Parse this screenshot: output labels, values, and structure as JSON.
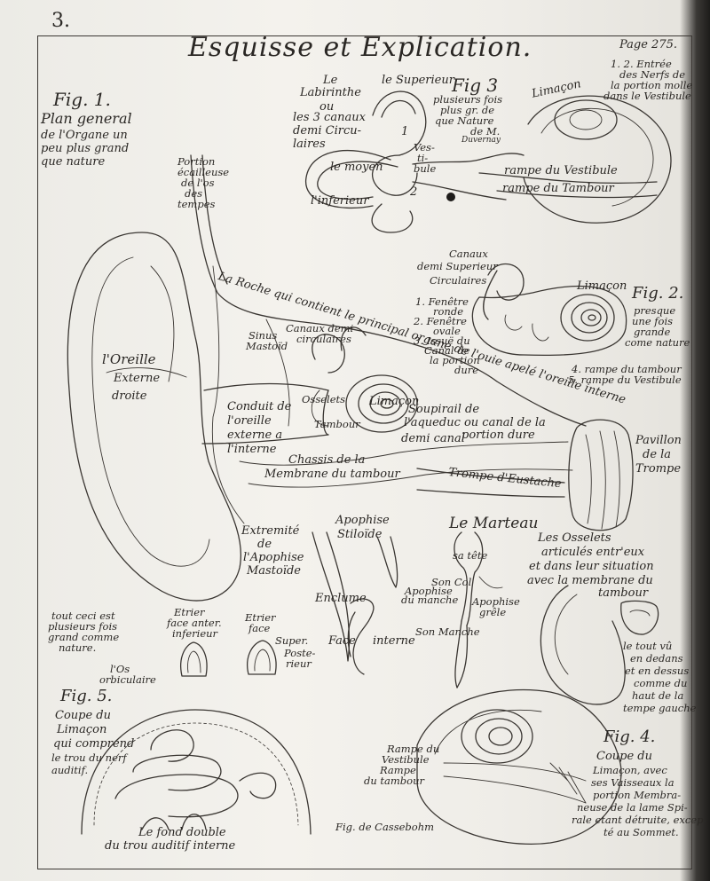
{
  "plate": {
    "number": "3.",
    "title": "Esquisse et Explication.",
    "page": "Page 275."
  },
  "fig1": {
    "title": "Fig. 1.",
    "caption": [
      "Plan general",
      "de l'Organe un",
      "peu plus grand",
      "que nature"
    ],
    "labels": {
      "portion": [
        "Portion",
        "écailleuse",
        "de l'os",
        "des",
        "tempes"
      ],
      "roche": "La Roche qui contient le principal organe de l'ouie apelé l'oreille interne",
      "oreille": [
        "l'Oreille",
        "Externe",
        "droite"
      ],
      "sinus": [
        "Sinus",
        "Mastoïd"
      ],
      "canaux": [
        "Canaux demi",
        "circulaires"
      ],
      "conduit": [
        "Conduit de",
        "l'oreille",
        "externe a",
        "l'interne"
      ],
      "osselets": "Osselets",
      "tambour": "Tambour",
      "limacon": "Limaçon",
      "soupirail": [
        "Soupirail de",
        "l'aqueduc ou canal de la",
        "portion dure"
      ],
      "demi_canal": "demi canal",
      "chassis": [
        "Chassis de la",
        "Membrane du tambour"
      ],
      "trompe": "Trompe d'Eustache",
      "pavillon": [
        "Pavillon",
        "de la",
        "Trompe"
      ],
      "extremite": [
        "Extremité",
        "de",
        "l'Apophise",
        "Mastoïde"
      ],
      "stiloide": [
        "Apophise",
        "Stiloïde"
      ]
    }
  },
  "fig3": {
    "title": "Fig 3",
    "caption": [
      "plusieurs fois",
      "plus gr. de",
      "que Nature",
      "de M.",
      "Duvernay"
    ],
    "labels": {
      "labirinthe": [
        "Le",
        "Labirinthe",
        "ou",
        "les 3 canaux",
        "demi Circu-",
        "laires"
      ],
      "superieur": "le Superieur",
      "moyen": "le moyen",
      "inferieur": "l'inferieur",
      "vestibule": [
        "Ves-",
        "ti-",
        "bule"
      ],
      "limacon": "Limaçon",
      "rampe_vestibule": "rampe du Vestibule",
      "rampe_tambour": "rampe du Tambour",
      "n1": "1",
      "n2": "2"
    }
  },
  "top_right_note": [
    "1. 2. Entrée",
    "des Nerfs de",
    "la portion molle",
    "dans le Vestibule"
  ],
  "fig2": {
    "title": "Fig. 2.",
    "caption": [
      "presque",
      "une fois",
      "grande",
      "come nature"
    ],
    "canaux": [
      "Canaux",
      "demi Superieur",
      "Circulaires"
    ],
    "list": [
      "1. Fenêtre",
      "ronde",
      "2. Fenêtre",
      "ovale",
      "3. Issuë du",
      "Canal de",
      "la portion",
      "dure"
    ],
    "limacon": "Limaçon",
    "legend": [
      "4. rampe du tambour",
      "5. rampe du Vestibule"
    ]
  },
  "marteau": {
    "title": "Le Marteau",
    "labels": [
      "sa tête",
      "Son Col",
      "Apophise",
      "du manche",
      "Apophise",
      "grêle",
      "Son Manche"
    ]
  },
  "osselets": {
    "text": [
      "Les Osselets",
      "articulés entr'eux",
      "et dans leur situation",
      "avec la membrane du",
      "tambour"
    ],
    "note": [
      "le tout vû",
      "en dedans",
      "et en dessus",
      "comme du",
      "haut de la",
      "tempe gauche"
    ]
  },
  "enclume": {
    "title": "Enclume",
    "face": "Face",
    "interne": "interne"
  },
  "etrier": {
    "a": [
      "Etrier",
      "face anter.",
      "inferieur"
    ],
    "b": [
      "Etrier",
      "face"
    ],
    "super": [
      "Super.",
      "Poste-",
      "rieur"
    ]
  },
  "note_left": [
    "tout ceci est",
    "plusieurs fois",
    "grand comme",
    "nature."
  ],
  "orbiculaire": [
    "l'Os",
    "orbiculaire"
  ],
  "fig5": {
    "title": "Fig. 5.",
    "caption": [
      "Coupe du",
      "Limaçon",
      "qui comprend",
      "le trou du nerf",
      "auditif."
    ],
    "bottom": [
      "Le fond double",
      "du trou auditif interne"
    ]
  },
  "fig4": {
    "title": "Fig. 4.",
    "caption": [
      "Coupe du",
      "Limaçon, avec",
      "ses Vaisseaux la",
      "portion Membra-",
      "neuse de la lame Spi-",
      "rale etant détruite, excep-",
      "té au Sommet."
    ],
    "rampe_v": [
      "Rampe du",
      "Vestibule"
    ],
    "rampe_t": [
      "Rampe",
      "du tambour"
    ]
  },
  "credit": "Fig. de Cassebohm"
}
